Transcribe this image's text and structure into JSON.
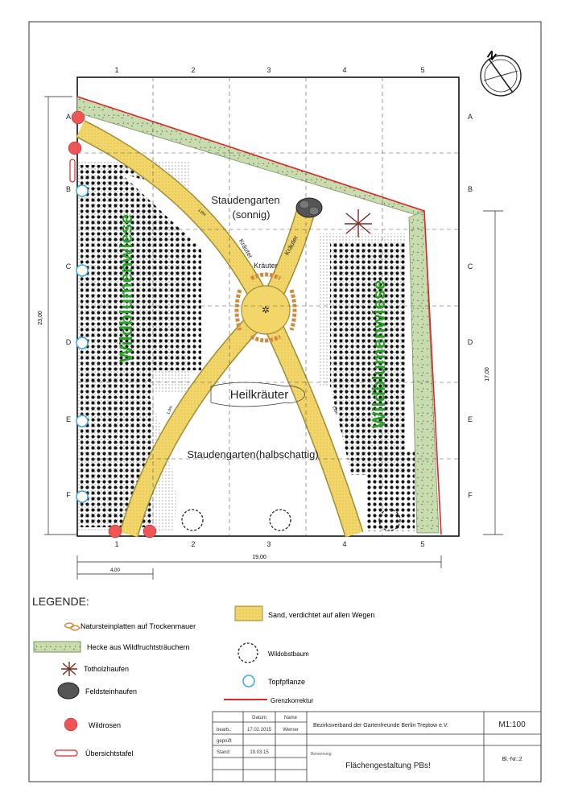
{
  "grid": {
    "cols": [
      "1",
      "2",
      "3",
      "4",
      "5"
    ],
    "rows": [
      "A",
      "B",
      "C",
      "D",
      "E",
      "F"
    ]
  },
  "dimensions": {
    "left_height": "23,00",
    "right_height": "17,00",
    "bottom_width": "19,00",
    "sub_width": "4,00",
    "path_width": "1,0m"
  },
  "labels": {
    "staudengarten_sonnig_1": "Staudengarten",
    "staudengarten_sonnig_2": "(sonnig)",
    "kraeuter": "Kräuter",
    "wildblumenwiese": "Wildblumenwiese",
    "heilkraeuter": "Heilkräuter",
    "staudengarten_halbschattig": "Staudengarten(halbschattig)"
  },
  "legend": {
    "title": "LEGENDE:",
    "items": {
      "natursteinplatten": "Natursteinplatten auf Trockenmauer",
      "hecke": "Hecke aus Wildfruchtsträuchern",
      "totholz": "Totholzhaufen",
      "feldstein": "Feldsteinhaufen",
      "wildrosen": "Wildrosen",
      "uebersicht": "Übersichtstafel",
      "sand": "Sand, verdichtet auf allen Wegen",
      "wildobst": "Wildobstbaum",
      "topf": "Topfpflanze",
      "grenz": "Grenzkorrektur"
    }
  },
  "title_block": {
    "datum_header": "Datum",
    "name_header": "Name",
    "bearb_label": "bearb.:",
    "bearb_date": "17.02.2015",
    "bearb_name": "Werner",
    "gepr_label": "geprüft",
    "stand_label": "Stand:",
    "stand_date": "19.03.15",
    "org": "Bezirksverband der Gartenfreunde Berlin Treptow e.V.",
    "scale": "M1:100",
    "benennung_label": "Benennung",
    "project": "Flächengestaltung PBs!",
    "sheet": "Bl.-Nr.:2"
  },
  "compass": {
    "north": "N"
  },
  "colors": {
    "path": "#f2d66a",
    "path_edge": "#a08d37",
    "hedge": "#c9dcb0",
    "green_text": "#2aa02a",
    "red_line": "#e0242a",
    "blue_pot": "#3aa8e0"
  }
}
